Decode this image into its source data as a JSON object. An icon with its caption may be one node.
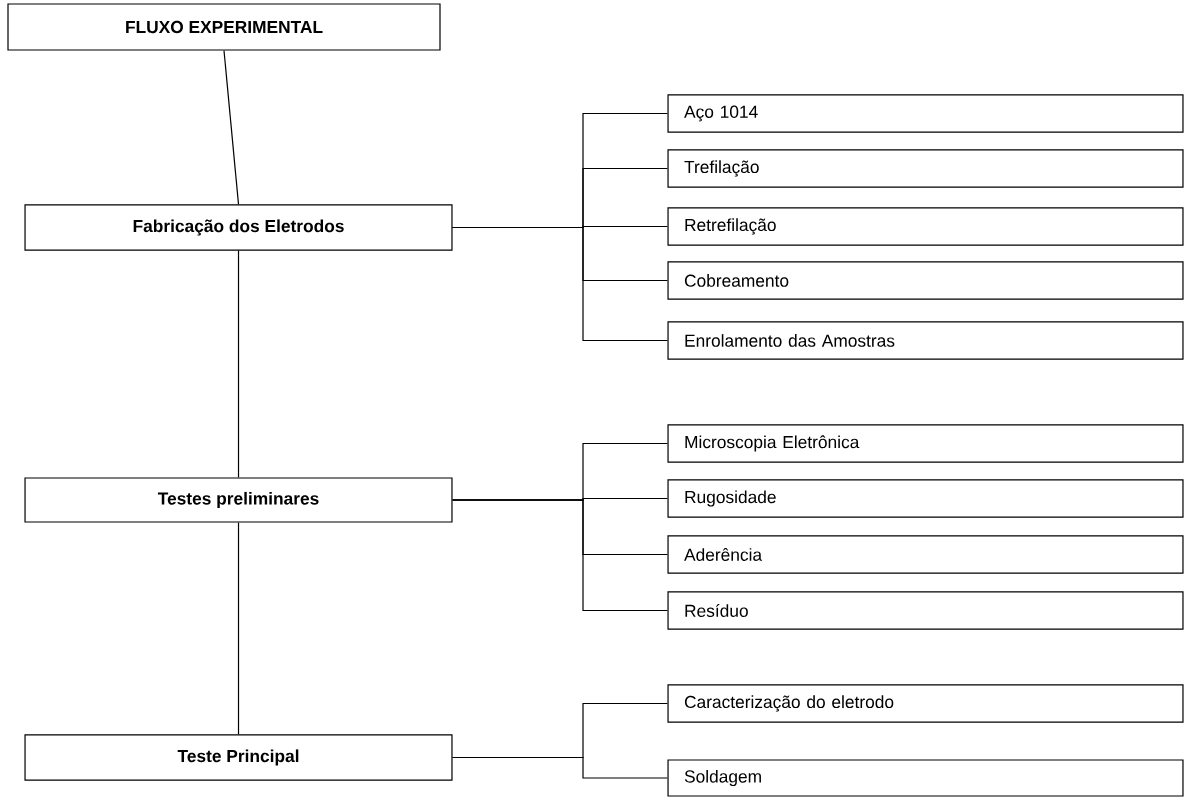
{
  "diagram": {
    "nodes": [
      {
        "text": [
          "FLUXO EXPERIMENTAL"
        ]
      },
      {
        "text": [
          "Fabricação dos Eletrodos"
        ]
      },
      {
        "text": [
          "Testes preliminares"
        ]
      },
      {
        "text": [
          "Teste Principal"
        ]
      },
      {
        "text": [
          "Aço 1014"
        ]
      },
      {
        "text": [
          "Trefilação"
        ]
      },
      {
        "text": [
          "Retrefilação"
        ]
      },
      {
        "text": [
          "Cobreamento"
        ]
      },
      {
        "text": [
          "Enrolamento das Amostras"
        ]
      },
      {
        "text": [
          "Microscopia Eletrônica"
        ]
      },
      {
        "text": [
          "Rugosidade"
        ]
      },
      {
        "text": [
          "Aderência"
        ]
      },
      {
        "text": [
          "Resíduo"
        ]
      },
      {
        "text": [
          "Caracterização do eletrodo"
        ]
      },
      {
        "text": [
          "Soldagem"
        ]
      }
    ],
    "edges": [
      {
        "from": 0,
        "to": 1,
        "arrow": "none"
      },
      {
        "from": 1,
        "to": 2,
        "arrow": "none"
      },
      {
        "from": 2,
        "to": 3,
        "arrow": "none"
      },
      {
        "from": 1,
        "to": 4,
        "arrow": "none"
      },
      {
        "from": 1,
        "to": 5,
        "arrow": "none"
      },
      {
        "from": 1,
        "to": 6,
        "arrow": "none"
      },
      {
        "from": 1,
        "to": 7,
        "arrow": "none"
      },
      {
        "from": 1,
        "to": 8,
        "arrow": "none"
      },
      {
        "from": 2,
        "to": 9,
        "arrow": "none"
      },
      {
        "from": 2,
        "to": 10,
        "arrow": "none"
      },
      {
        "from": 2,
        "to": 11,
        "arrow": "none"
      },
      {
        "from": 2,
        "to": 12,
        "arrow": "none"
      },
      {
        "from": 3,
        "to": 13,
        "arrow": "none"
      },
      {
        "from": 3,
        "to": 14,
        "arrow": "none"
      }
    ]
  }
}
